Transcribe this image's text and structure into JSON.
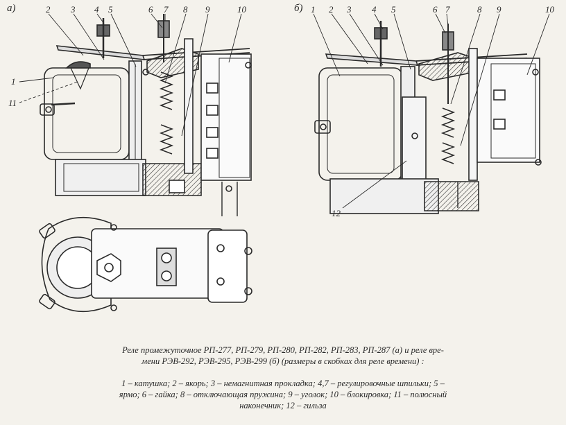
{
  "panels": {
    "a": "а)",
    "b": "б)"
  },
  "labels_a": [
    "2",
    "3",
    "4",
    "5",
    "6",
    "7",
    "8",
    "9",
    "10",
    "1",
    "11"
  ],
  "labels_b": [
    "1",
    "2",
    "3",
    "4",
    "5",
    "6",
    "7",
    "8",
    "9",
    "10",
    "12"
  ],
  "caption": {
    "title_line1": "Реле промежуточное РП-277, РП-279, РП-280, РП-282, РП-283, РП-287 (а) и реле вре-",
    "title_line2": "мени РЭВ-292, РЭВ-295, РЭВ-299 (б)  (размеры в скобках для реле времени) :",
    "legend_line1": "1 – катушка; 2 – якорь; 3 – немагнитная прокладка; 4,7 – регулировочные шпильки; 5 –",
    "legend_line2": "ярмо; 6 – гайка; 8 – отключающая пружина; 9 – уголок; 10 – блокировка; 11 – полюсный",
    "legend_line3": "наконечник; 12 – гильза"
  }
}
